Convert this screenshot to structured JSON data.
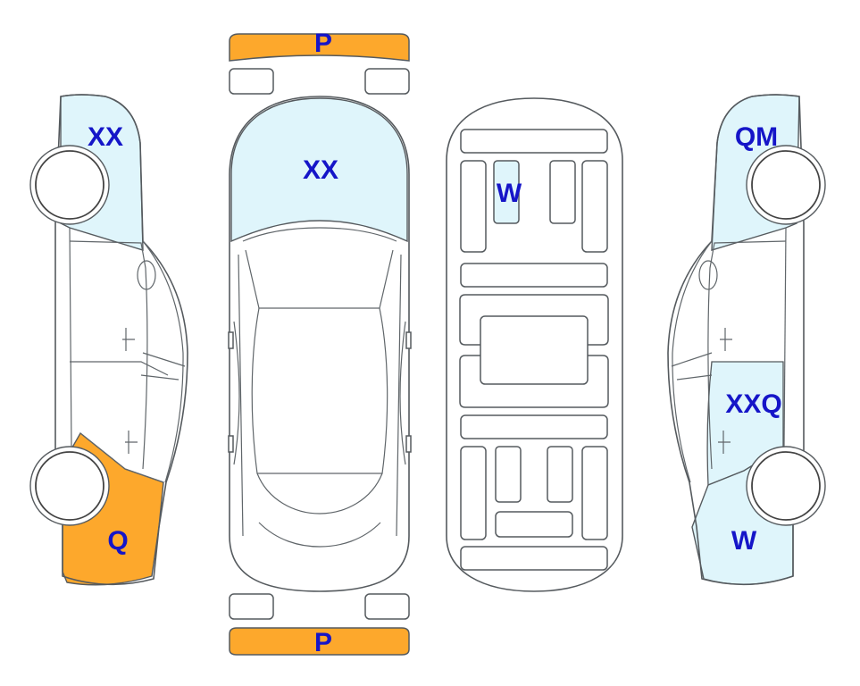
{
  "colors": {
    "damage_light": "#dff5fb",
    "damage_orange": "#fda82c",
    "label": "#1515c8",
    "outline": "#555a5e"
  },
  "labels": {
    "front_bumper": "P",
    "rear_bumper": "P",
    "hood": "XX",
    "left_front_fender": "XX",
    "left_rear_quarter": "Q",
    "underbody_panel": "W",
    "right_front_fender": "QM",
    "right_rear_door": "XXQ",
    "right_rear_quarter": "W"
  }
}
